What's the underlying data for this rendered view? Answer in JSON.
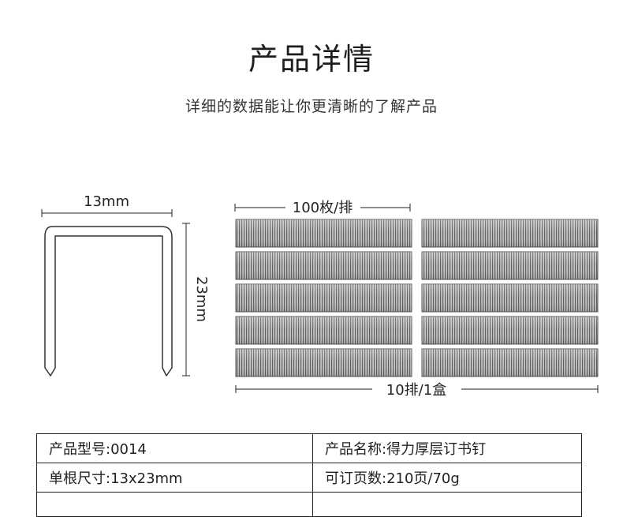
{
  "header": {
    "title": "产品详情",
    "subtitle": "详细的数据能让你更清晰的了解产品"
  },
  "diagram": {
    "staple_width_label": "13mm",
    "staple_height_label": "23mm",
    "per_row_label": "100枚/排",
    "per_box_label": "10排/1盒",
    "row_count_per_column": 5,
    "column_count": 2
  },
  "specs": {
    "rows": [
      {
        "left": "产品型号:0014",
        "right": "产品名称:得力厚层订书钉"
      },
      {
        "left": "单根尺寸:13x23mm",
        "right": "可订页数:210页/70g"
      }
    ]
  }
}
